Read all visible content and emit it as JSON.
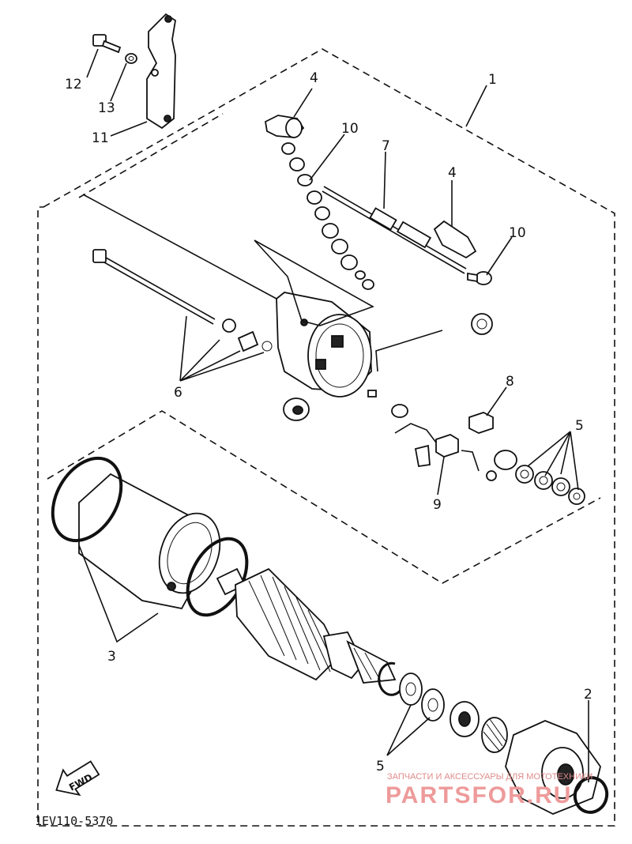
{
  "callouts": {
    "c1": "1",
    "c2": "2",
    "c3": "3",
    "c4a": "4",
    "c4b": "4",
    "c5a": "5",
    "c5b": "5",
    "c6": "6",
    "c7": "7",
    "c8": "8",
    "c9": "9",
    "c10a": "10",
    "c10b": "10",
    "c11": "11",
    "c12": "12",
    "c13": "13"
  },
  "diagram_code": "1EV110-5370",
  "direction_label": "FWD",
  "watermark": {
    "tagline": "ЗАПЧАСТИ И АКСЕССУАРЫ ДЛЯ МОТОТЕХНИКИ",
    "brand": "PARTSFOR.RU"
  }
}
